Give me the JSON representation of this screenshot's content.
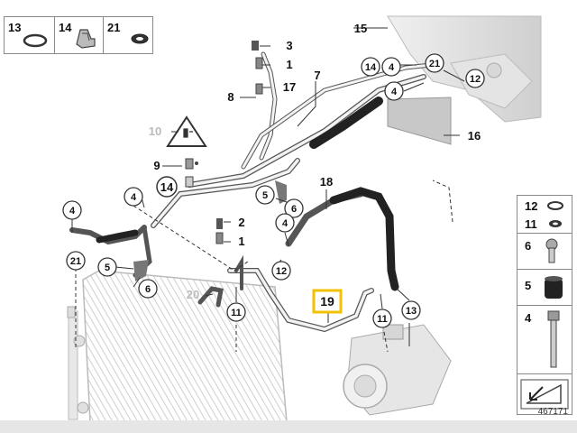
{
  "legend_top": [
    {
      "num": "13",
      "icon": "o-ring-icon"
    },
    {
      "num": "14",
      "icon": "clip-icon"
    },
    {
      "num": "21",
      "icon": "seal-ring-icon"
    }
  ],
  "legend_side": [
    {
      "num": "12",
      "icon": "o-ring-icon"
    },
    {
      "num": "11",
      "icon": "seal-ring-icon"
    },
    {
      "num": "6",
      "icon": "screw-icon"
    },
    {
      "num": "5",
      "icon": "rubber-bushing-icon"
    },
    {
      "num": "4",
      "icon": "long-bolt-icon"
    }
  ],
  "callouts": {
    "c15": "15",
    "c3": "3",
    "c1a": "1",
    "c17": "17",
    "c8": "8",
    "c7": "7",
    "c14a": "14",
    "c4a": "4",
    "c21a": "21",
    "c12a": "12",
    "c4b": "4",
    "c16": "16",
    "c10": "10",
    "c9": "9",
    "c14b": "14",
    "c4c": "4",
    "c5a": "5",
    "c6a": "6",
    "c18": "18",
    "c4d": "4",
    "c21b": "21",
    "c2": "2",
    "c1b": "1",
    "c12b": "12",
    "c5b": "5",
    "c6b": "6",
    "c20": "20",
    "c11a": "11",
    "c19": "19",
    "c11b": "11",
    "c13": "13",
    "c4e": "4"
  },
  "highlight_color": "#f2c200",
  "doc_id": "467171"
}
